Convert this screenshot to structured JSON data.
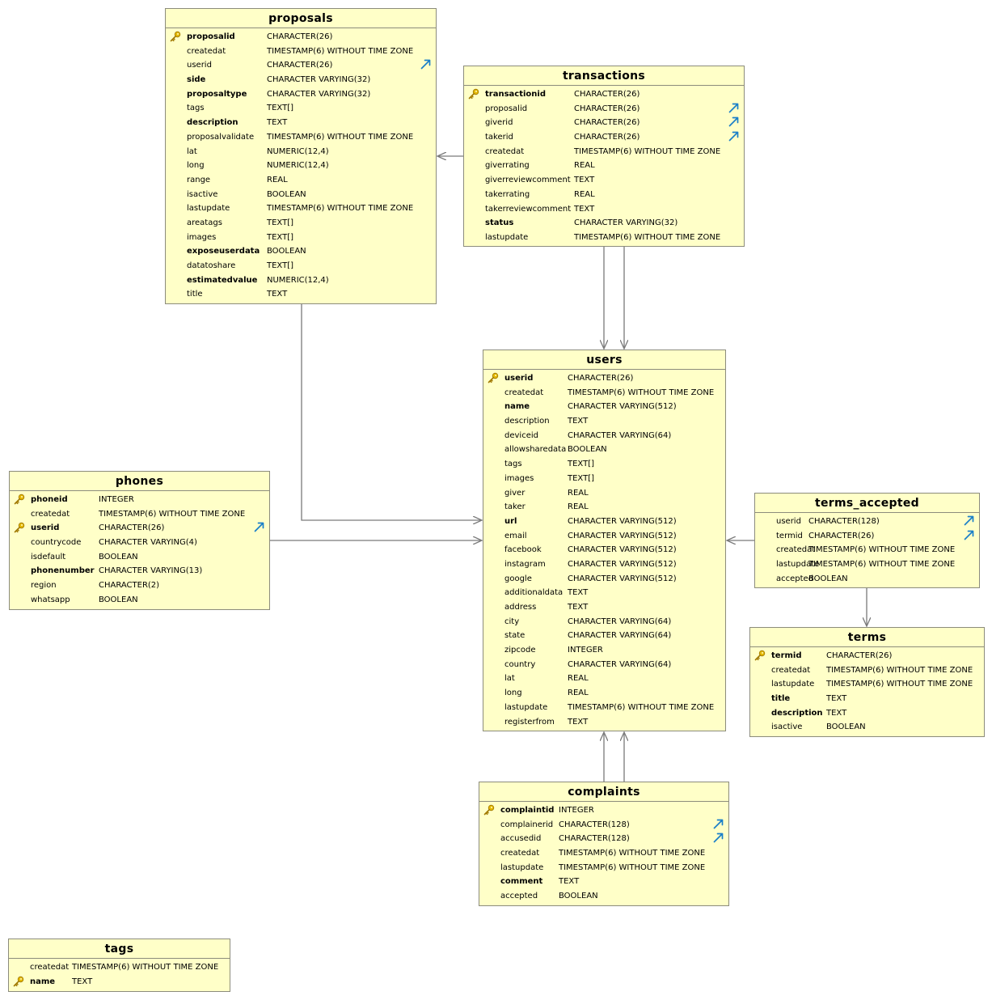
{
  "tables": {
    "proposals": {
      "name": "proposals",
      "columns": [
        {
          "name": "proposalid",
          "type": "CHARACTER(26)",
          "bold": true,
          "pk": true,
          "fk": false
        },
        {
          "name": "createdat",
          "type": "TIMESTAMP(6) WITHOUT TIME ZONE",
          "bold": false,
          "pk": false,
          "fk": false
        },
        {
          "name": "userid",
          "type": "CHARACTER(26)",
          "bold": false,
          "pk": false,
          "fk": true
        },
        {
          "name": "side",
          "type": "CHARACTER VARYING(32)",
          "bold": true,
          "pk": false,
          "fk": false
        },
        {
          "name": "proposaltype",
          "type": "CHARACTER VARYING(32)",
          "bold": true,
          "pk": false,
          "fk": false
        },
        {
          "name": "tags",
          "type": "TEXT[]",
          "bold": false,
          "pk": false,
          "fk": false
        },
        {
          "name": "description",
          "type": "TEXT",
          "bold": true,
          "pk": false,
          "fk": false
        },
        {
          "name": "proposalvalidate",
          "type": "TIMESTAMP(6) WITHOUT TIME ZONE",
          "bold": false,
          "pk": false,
          "fk": false
        },
        {
          "name": "lat",
          "type": "NUMERIC(12,4)",
          "bold": false,
          "pk": false,
          "fk": false
        },
        {
          "name": "long",
          "type": "NUMERIC(12,4)",
          "bold": false,
          "pk": false,
          "fk": false
        },
        {
          "name": "range",
          "type": "REAL",
          "bold": false,
          "pk": false,
          "fk": false
        },
        {
          "name": "isactive",
          "type": "BOOLEAN",
          "bold": false,
          "pk": false,
          "fk": false
        },
        {
          "name": "lastupdate",
          "type": "TIMESTAMP(6) WITHOUT TIME ZONE",
          "bold": false,
          "pk": false,
          "fk": false
        },
        {
          "name": "areatags",
          "type": "TEXT[]",
          "bold": false,
          "pk": false,
          "fk": false
        },
        {
          "name": "images",
          "type": "TEXT[]",
          "bold": false,
          "pk": false,
          "fk": false
        },
        {
          "name": "exposeuserdata",
          "type": "BOOLEAN",
          "bold": true,
          "pk": false,
          "fk": false
        },
        {
          "name": "datatoshare",
          "type": "TEXT[]",
          "bold": false,
          "pk": false,
          "fk": false
        },
        {
          "name": "estimatedvalue",
          "type": "NUMERIC(12,4)",
          "bold": true,
          "pk": false,
          "fk": false
        },
        {
          "name": "title",
          "type": "TEXT",
          "bold": false,
          "pk": false,
          "fk": false
        }
      ]
    },
    "transactions": {
      "name": "transactions",
      "columns": [
        {
          "name": "transactionid",
          "type": "CHARACTER(26)",
          "bold": true,
          "pk": true,
          "fk": false
        },
        {
          "name": "proposalid",
          "type": "CHARACTER(26)",
          "bold": false,
          "pk": false,
          "fk": true
        },
        {
          "name": "giverid",
          "type": "CHARACTER(26)",
          "bold": false,
          "pk": false,
          "fk": true
        },
        {
          "name": "takerid",
          "type": "CHARACTER(26)",
          "bold": false,
          "pk": false,
          "fk": true
        },
        {
          "name": "createdat",
          "type": "TIMESTAMP(6) WITHOUT TIME ZONE",
          "bold": false,
          "pk": false,
          "fk": false
        },
        {
          "name": "giverrating",
          "type": "REAL",
          "bold": false,
          "pk": false,
          "fk": false
        },
        {
          "name": "giverreviewcomment",
          "type": "TEXT",
          "bold": false,
          "pk": false,
          "fk": false
        },
        {
          "name": "takerrating",
          "type": "REAL",
          "bold": false,
          "pk": false,
          "fk": false
        },
        {
          "name": "takerreviewcomment",
          "type": "TEXT",
          "bold": false,
          "pk": false,
          "fk": false
        },
        {
          "name": "status",
          "type": "CHARACTER VARYING(32)",
          "bold": true,
          "pk": false,
          "fk": false
        },
        {
          "name": "lastupdate",
          "type": "TIMESTAMP(6) WITHOUT TIME ZONE",
          "bold": false,
          "pk": false,
          "fk": false
        }
      ]
    },
    "users": {
      "name": "users",
      "columns": [
        {
          "name": "userid",
          "type": "CHARACTER(26)",
          "bold": true,
          "pk": true,
          "fk": false
        },
        {
          "name": "createdat",
          "type": "TIMESTAMP(6) WITHOUT TIME ZONE",
          "bold": false,
          "pk": false,
          "fk": false
        },
        {
          "name": "name",
          "type": "CHARACTER VARYING(512)",
          "bold": true,
          "pk": false,
          "fk": false
        },
        {
          "name": "description",
          "type": "TEXT",
          "bold": false,
          "pk": false,
          "fk": false
        },
        {
          "name": "deviceid",
          "type": "CHARACTER VARYING(64)",
          "bold": false,
          "pk": false,
          "fk": false
        },
        {
          "name": "allowsharedata",
          "type": "BOOLEAN",
          "bold": false,
          "pk": false,
          "fk": false
        },
        {
          "name": "tags",
          "type": "TEXT[]",
          "bold": false,
          "pk": false,
          "fk": false
        },
        {
          "name": "images",
          "type": "TEXT[]",
          "bold": false,
          "pk": false,
          "fk": false
        },
        {
          "name": "giver",
          "type": "REAL",
          "bold": false,
          "pk": false,
          "fk": false
        },
        {
          "name": "taker",
          "type": "REAL",
          "bold": false,
          "pk": false,
          "fk": false
        },
        {
          "name": "url",
          "type": "CHARACTER VARYING(512)",
          "bold": true,
          "pk": false,
          "fk": false
        },
        {
          "name": "email",
          "type": "CHARACTER VARYING(512)",
          "bold": false,
          "pk": false,
          "fk": false
        },
        {
          "name": "facebook",
          "type": "CHARACTER VARYING(512)",
          "bold": false,
          "pk": false,
          "fk": false
        },
        {
          "name": "instagram",
          "type": "CHARACTER VARYING(512)",
          "bold": false,
          "pk": false,
          "fk": false
        },
        {
          "name": "google",
          "type": "CHARACTER VARYING(512)",
          "bold": false,
          "pk": false,
          "fk": false
        },
        {
          "name": "additionaldata",
          "type": "TEXT",
          "bold": false,
          "pk": false,
          "fk": false
        },
        {
          "name": "address",
          "type": "TEXT",
          "bold": false,
          "pk": false,
          "fk": false
        },
        {
          "name": "city",
          "type": "CHARACTER VARYING(64)",
          "bold": false,
          "pk": false,
          "fk": false
        },
        {
          "name": "state",
          "type": "CHARACTER VARYING(64)",
          "bold": false,
          "pk": false,
          "fk": false
        },
        {
          "name": "zipcode",
          "type": "INTEGER",
          "bold": false,
          "pk": false,
          "fk": false
        },
        {
          "name": "country",
          "type": "CHARACTER VARYING(64)",
          "bold": false,
          "pk": false,
          "fk": false
        },
        {
          "name": "lat",
          "type": "REAL",
          "bold": false,
          "pk": false,
          "fk": false
        },
        {
          "name": "long",
          "type": "REAL",
          "bold": false,
          "pk": false,
          "fk": false
        },
        {
          "name": "lastupdate",
          "type": "TIMESTAMP(6) WITHOUT TIME ZONE",
          "bold": false,
          "pk": false,
          "fk": false
        },
        {
          "name": "registerfrom",
          "type": "TEXT",
          "bold": false,
          "pk": false,
          "fk": false
        }
      ]
    },
    "phones": {
      "name": "phones",
      "columns": [
        {
          "name": "phoneid",
          "type": "INTEGER",
          "bold": true,
          "pk": true,
          "fk": false
        },
        {
          "name": "createdat",
          "type": "TIMESTAMP(6) WITHOUT TIME ZONE",
          "bold": false,
          "pk": false,
          "fk": false
        },
        {
          "name": "userid",
          "type": "CHARACTER(26)",
          "bold": true,
          "pk": true,
          "fk": true
        },
        {
          "name": "countrycode",
          "type": "CHARACTER VARYING(4)",
          "bold": false,
          "pk": false,
          "fk": false
        },
        {
          "name": "isdefault",
          "type": "BOOLEAN",
          "bold": false,
          "pk": false,
          "fk": false
        },
        {
          "name": "phonenumber",
          "type": "CHARACTER VARYING(13)",
          "bold": true,
          "pk": false,
          "fk": false
        },
        {
          "name": "region",
          "type": "CHARACTER(2)",
          "bold": false,
          "pk": false,
          "fk": false
        },
        {
          "name": "whatsapp",
          "type": "BOOLEAN",
          "bold": false,
          "pk": false,
          "fk": false
        }
      ]
    },
    "terms_accepted": {
      "name": "terms_accepted",
      "columns": [
        {
          "name": "userid",
          "type": "CHARACTER(128)",
          "bold": false,
          "pk": false,
          "fk": true
        },
        {
          "name": "termid",
          "type": "CHARACTER(26)",
          "bold": false,
          "pk": false,
          "fk": true
        },
        {
          "name": "createdat",
          "type": "TIMESTAMP(6) WITHOUT TIME ZONE",
          "bold": false,
          "pk": false,
          "fk": false
        },
        {
          "name": "lastupdate",
          "type": "TIMESTAMP(6) WITHOUT TIME ZONE",
          "bold": false,
          "pk": false,
          "fk": false
        },
        {
          "name": "accepted",
          "type": "BOOLEAN",
          "bold": false,
          "pk": false,
          "fk": false
        }
      ]
    },
    "terms": {
      "name": "terms",
      "columns": [
        {
          "name": "termid",
          "type": "CHARACTER(26)",
          "bold": true,
          "pk": true,
          "fk": false
        },
        {
          "name": "createdat",
          "type": "TIMESTAMP(6) WITHOUT TIME ZONE",
          "bold": false,
          "pk": false,
          "fk": false
        },
        {
          "name": "lastupdate",
          "type": "TIMESTAMP(6) WITHOUT TIME ZONE",
          "bold": false,
          "pk": false,
          "fk": false
        },
        {
          "name": "title",
          "type": "TEXT",
          "bold": true,
          "pk": false,
          "fk": false
        },
        {
          "name": "description",
          "type": "TEXT",
          "bold": true,
          "pk": false,
          "fk": false
        },
        {
          "name": "isactive",
          "type": "BOOLEAN",
          "bold": false,
          "pk": false,
          "fk": false
        }
      ]
    },
    "complaints": {
      "name": "complaints",
      "columns": [
        {
          "name": "complaintid",
          "type": "INTEGER",
          "bold": true,
          "pk": true,
          "fk": false
        },
        {
          "name": "complainerid",
          "type": "CHARACTER(128)",
          "bold": false,
          "pk": false,
          "fk": true
        },
        {
          "name": "accusedid",
          "type": "CHARACTER(128)",
          "bold": false,
          "pk": false,
          "fk": true
        },
        {
          "name": "createdat",
          "type": "TIMESTAMP(6) WITHOUT TIME ZONE",
          "bold": false,
          "pk": false,
          "fk": false
        },
        {
          "name": "lastupdate",
          "type": "TIMESTAMP(6) WITHOUT TIME ZONE",
          "bold": false,
          "pk": false,
          "fk": false
        },
        {
          "name": "comment",
          "type": "TEXT",
          "bold": true,
          "pk": false,
          "fk": false
        },
        {
          "name": "accepted",
          "type": "BOOLEAN",
          "bold": false,
          "pk": false,
          "fk": false
        }
      ]
    },
    "tags": {
      "name": "tags",
      "columns": [
        {
          "name": "createdat",
          "type": "TIMESTAMP(6) WITHOUT TIME ZONE",
          "bold": false,
          "pk": false,
          "fk": false
        },
        {
          "name": "name",
          "type": "TEXT",
          "bold": true,
          "pk": true,
          "fk": false
        }
      ]
    }
  },
  "relationships": [
    {
      "from": "proposals",
      "to": "users",
      "column": "userid"
    },
    {
      "from": "transactions",
      "to": "proposals",
      "column": "proposalid"
    },
    {
      "from": "transactions",
      "to": "users",
      "column": "giverid"
    },
    {
      "from": "transactions",
      "to": "users",
      "column": "takerid"
    },
    {
      "from": "phones",
      "to": "users",
      "column": "userid"
    },
    {
      "from": "terms_accepted",
      "to": "users",
      "column": "userid"
    },
    {
      "from": "terms_accepted",
      "to": "terms",
      "column": "termid"
    },
    {
      "from": "complaints",
      "to": "users",
      "column": "complainerid"
    },
    {
      "from": "complaints",
      "to": "users",
      "column": "accusedid"
    }
  ],
  "colors": {
    "table_fill": "#ffffc8",
    "table_border": "#8c8c7c",
    "connector": "#7a7a7a",
    "pk_icon": "#d4a300",
    "fk_icon": "#1a7fc8"
  },
  "icons": {
    "primary_key": "key-icon",
    "foreign_key": "foreign-key-arrow-icon"
  }
}
